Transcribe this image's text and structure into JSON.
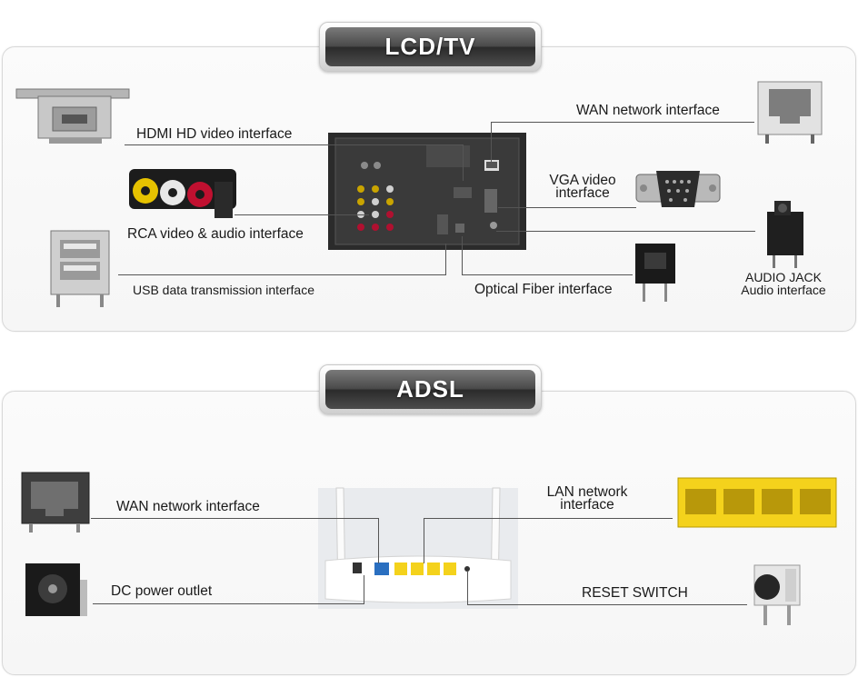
{
  "sections": {
    "lcd": {
      "title": "LCD/TV",
      "labels": {
        "hdmi": "HDMI HD video interface",
        "rca": "RCA video & audio interface",
        "usb": "USB data transmission interface",
        "wan": "WAN network interface",
        "vga_line1": "VGA video",
        "vga_line2": "interface",
        "optical": "Optical Fiber interface",
        "audio_line1": "AUDIO JACK",
        "audio_line2": "Audio interface"
      }
    },
    "adsl": {
      "title": "ADSL",
      "labels": {
        "wan": "WAN network interface",
        "dc": "DC power outlet",
        "lan_line1": "LAN network",
        "lan_line2": "interface",
        "reset": "RESET SWITCH"
      }
    }
  },
  "colors": {
    "rca_yellow": "#e6c200",
    "rca_white": "#e8e8e8",
    "rca_red": "#c01030",
    "lan_yellow": "#f4d21c",
    "wan_blue": "#2a6fc0"
  },
  "icons": {
    "hdmi": "hdmi-connector-icon",
    "rca": "rca-jack-icon",
    "usb": "usb-port-icon",
    "rj45": "rj45-jack-icon",
    "vga": "vga-connector-icon",
    "audio": "audio-jack-icon",
    "optical": "optical-connector-icon",
    "dc": "dc-jack-icon",
    "lan": "lan-4port-icon",
    "reset": "tactile-switch-icon"
  }
}
